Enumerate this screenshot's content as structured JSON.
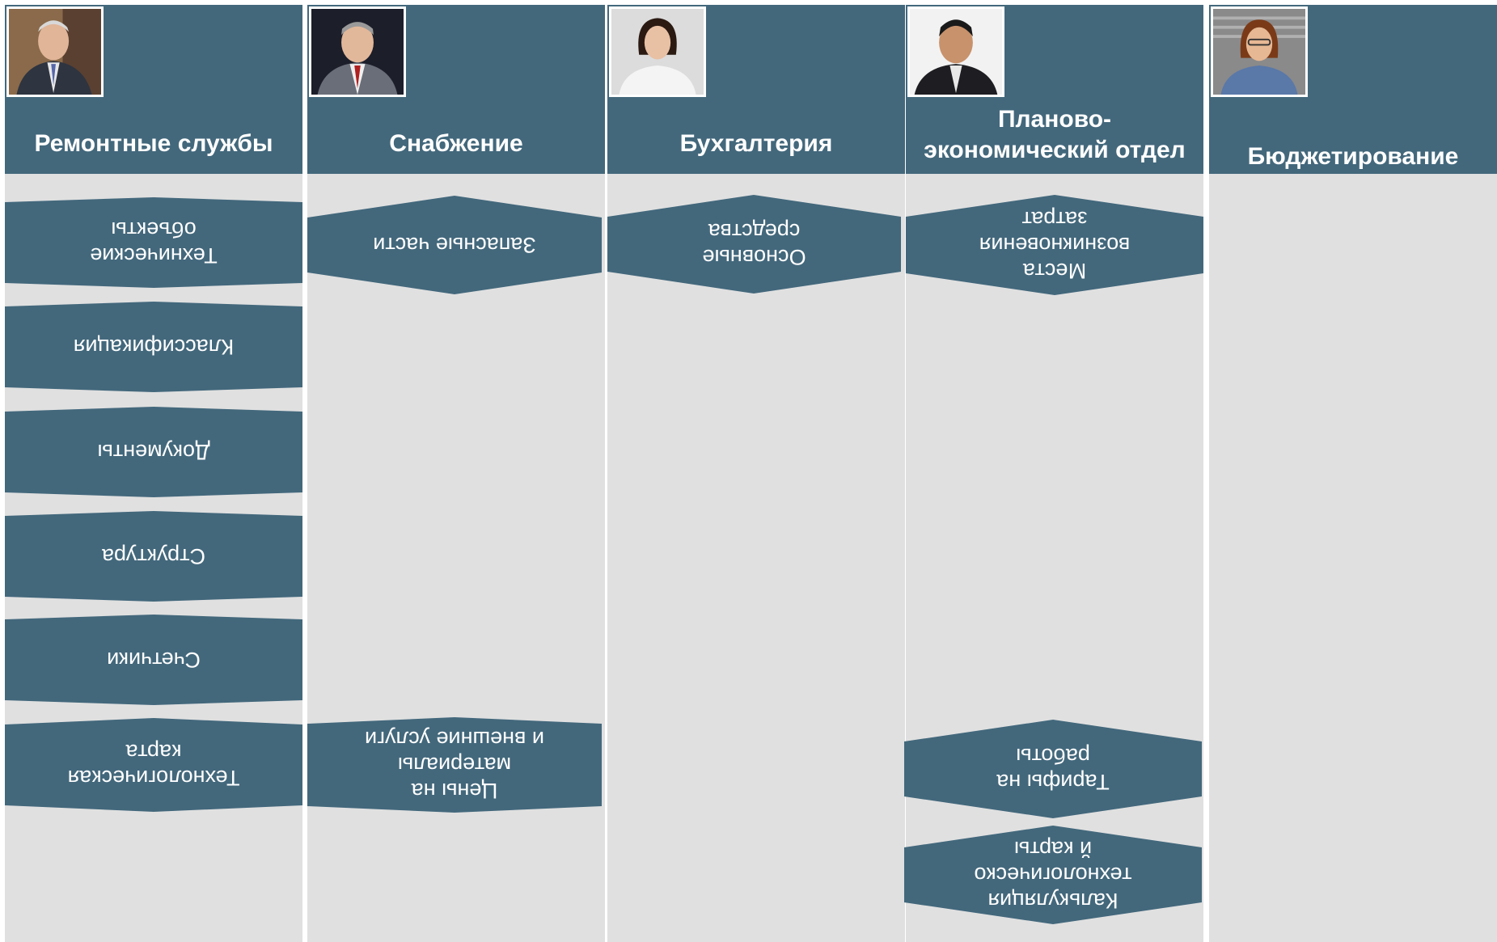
{
  "colors": {
    "header": "#43687c",
    "lane": "#e0e0e0",
    "shape": "#43687c",
    "text": "#ffffff"
  },
  "columns": [
    {
      "title": "Ремонтные службы",
      "photo_icon": "person-photo-icon",
      "items": [
        {
          "label": "Технические\nобъекты"
        },
        {
          "label": "Классификация"
        },
        {
          "label": "Документы"
        },
        {
          "label": "Структура"
        },
        {
          "label": "Счетчики"
        },
        {
          "label": "Технологическая\nкарта"
        }
      ]
    },
    {
      "title": "Снабжение",
      "photo_icon": "person-photo-icon",
      "items": [
        {
          "label": "Запасные части"
        },
        {
          "label": "Цены на\nматериалы\nи внешние услуги"
        }
      ]
    },
    {
      "title": "Бухгалтерия",
      "photo_icon": "person-photo-icon",
      "items": [
        {
          "label": "Основные\nсредства"
        }
      ]
    },
    {
      "title": "Планово-\nэкономический отдел",
      "photo_icon": "person-photo-icon",
      "items": [
        {
          "label": "Места\nвозникновения\nзатрат"
        },
        {
          "label": "Тарифы на\nработы"
        },
        {
          "label": "Калькуляция\nтехнологическо\nй карты"
        }
      ]
    },
    {
      "title": "Бюджетирование",
      "photo_icon": "person-photo-icon",
      "items": []
    }
  ]
}
